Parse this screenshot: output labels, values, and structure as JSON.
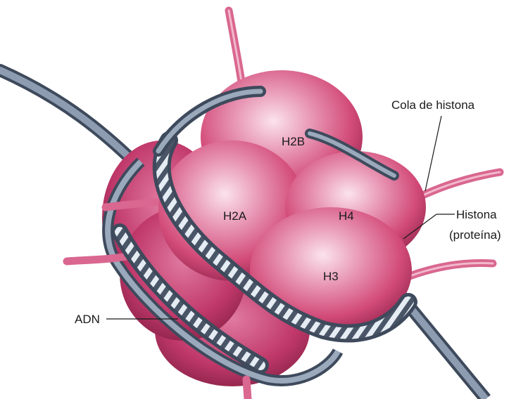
{
  "labels": {
    "h2b": "H2B",
    "h2a": "H2A",
    "h4": "H4",
    "h3": "H3",
    "tail": "Cola de histona",
    "histone_line1": "Histona",
    "histone_line2": "(proteína)",
    "dna": "ADN"
  },
  "colors": {
    "histone": "#d24a78",
    "histone_light": "#f4c8d8",
    "histone_dark": "#8e2448",
    "tail": "#d9678f",
    "dna": "#6f7f94",
    "dna_dark": "#3e4a5c",
    "dna_light": "#b9c6d6"
  }
}
